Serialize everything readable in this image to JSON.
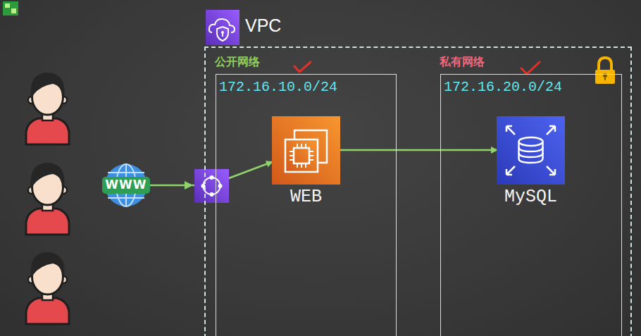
{
  "diagram": {
    "nodes": [
      {
        "text": [
          "WWW"
        ]
      },
      {
        "text": [
          "VPC"
        ]
      },
      {
        "text": [
          "公开网络",
          "172.16.10.0/24"
        ],
        "in": 1
      },
      {
        "text": [
          "WEB"
        ],
        "in": 2
      },
      {
        "text": [
          "私有网络",
          "172.16.20.0/24"
        ],
        "in": 1
      },
      {
        "text": [
          "MySQL"
        ],
        "in": 4
      }
    ],
    "edges": [
      {
        "from": 0,
        "to": 3,
        "arrow": "to"
      },
      {
        "from": 3,
        "to": 5,
        "arrow": "to"
      }
    ]
  }
}
